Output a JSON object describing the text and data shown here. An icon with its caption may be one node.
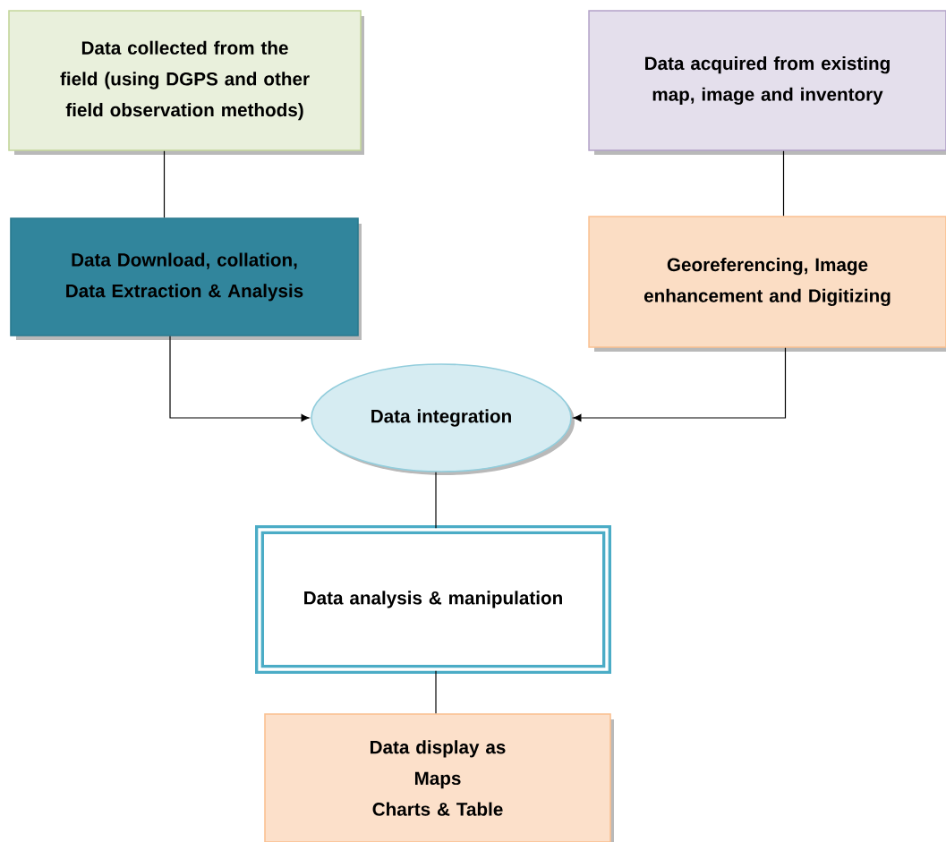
{
  "diagram": {
    "nodes": [
      {
        "text": [
          "Data collected from the field (using DGPS and other field observation methods)"
        ]
      },
      {
        "text": [
          "Data acquired from existing map, image and inventory"
        ]
      },
      {
        "text": [
          "Data Download, collation, Data Extraction & Analysis"
        ]
      },
      {
        "text": [
          "Georeferencing, Image enhancement and Digitizing"
        ]
      },
      {
        "text": [
          "Data integration"
        ]
      },
      {
        "text": [
          "Data analysis & manipulation"
        ]
      },
      {
        "text": [
          "Data display as",
          "Maps",
          "Charts & Table"
        ]
      }
    ],
    "edges": [
      {
        "from": 0,
        "to": 2,
        "arrow": "none"
      },
      {
        "from": 1,
        "to": 3,
        "arrow": "none"
      },
      {
        "from": 2,
        "to": 4,
        "arrow": "to"
      },
      {
        "from": 3,
        "to": 4,
        "arrow": "to"
      },
      {
        "from": 4,
        "to": 5,
        "arrow": "none"
      },
      {
        "from": 5,
        "to": 6,
        "arrow": "none"
      }
    ]
  }
}
